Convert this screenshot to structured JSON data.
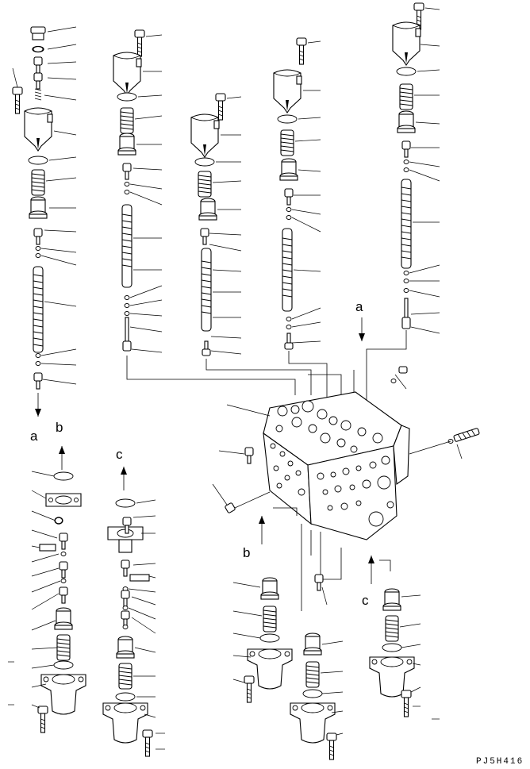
{
  "figure": {
    "code": "PJ5H416",
    "callouts": {
      "a_top": "a",
      "a_bottom": "a",
      "b_top": "b",
      "b_bottom": "b",
      "c_top": "c",
      "c_bottom": "c"
    }
  },
  "icons": [
    "spring-icon",
    "valve-cap-icon",
    "bolt-icon",
    "o-ring-icon",
    "spool-icon",
    "flange-cover-icon",
    "control-valve-body-icon",
    "arrow-up-icon",
    "arrow-down-icon"
  ]
}
